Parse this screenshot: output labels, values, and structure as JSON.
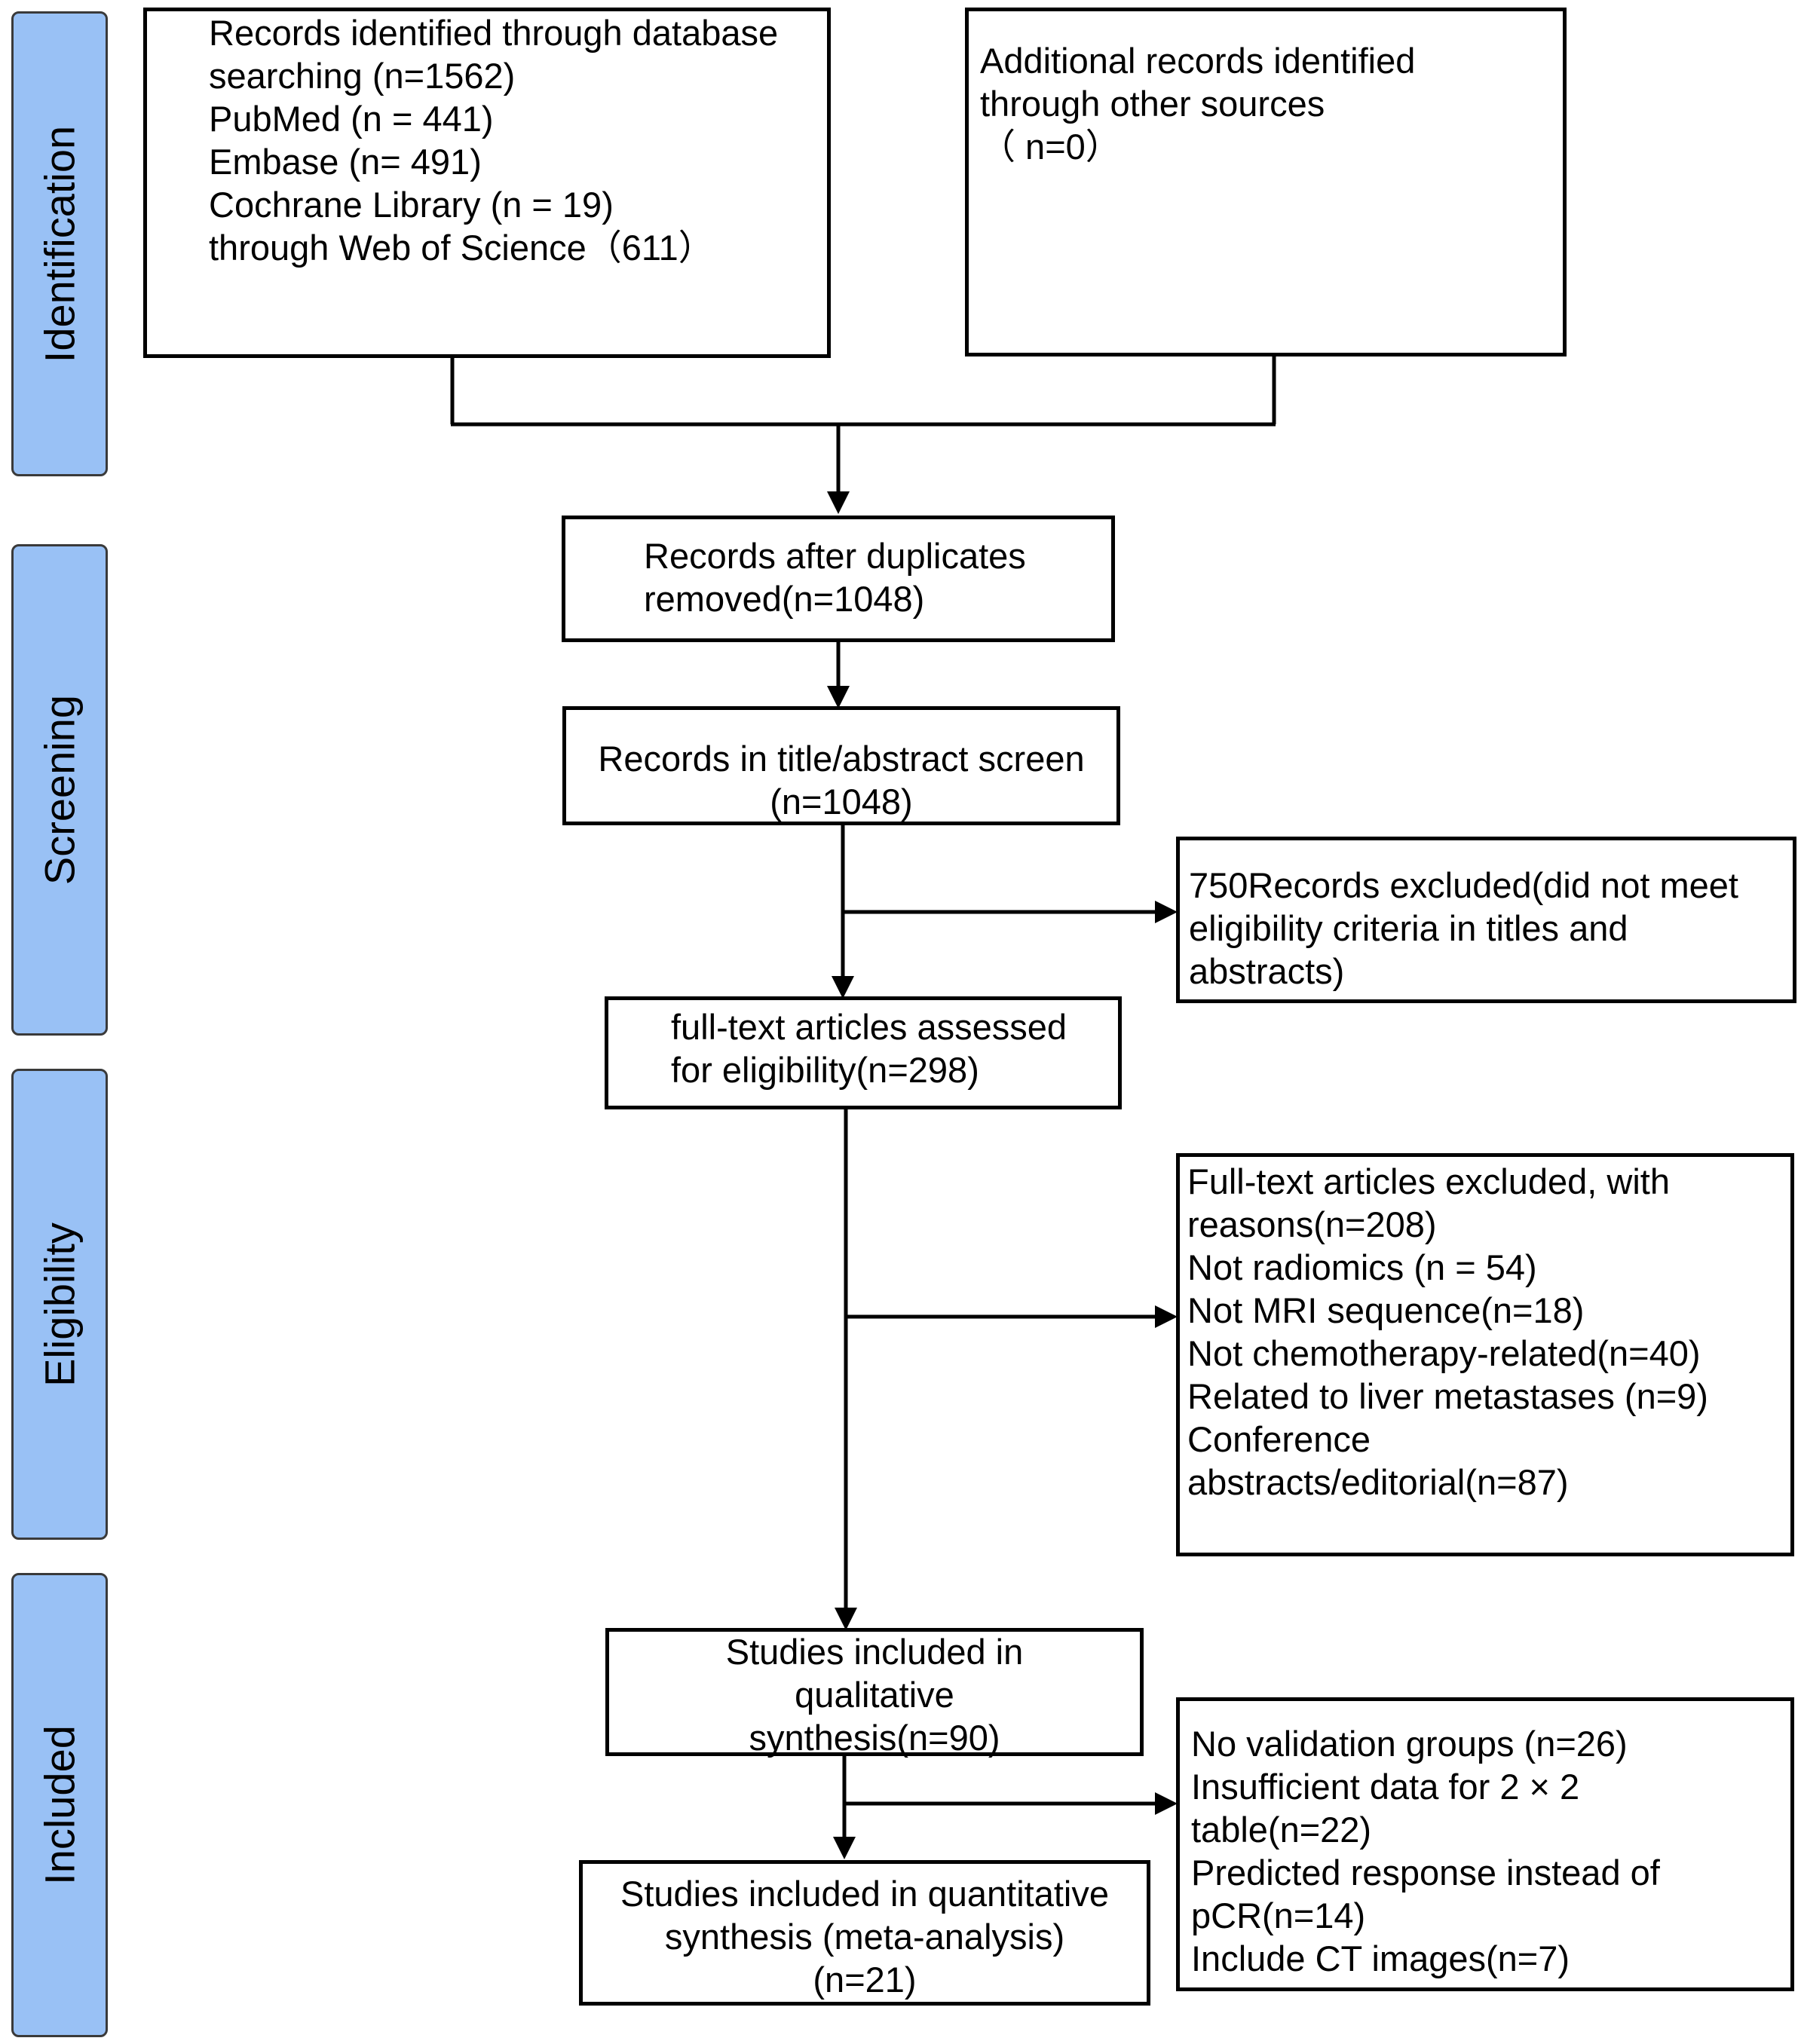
{
  "phases": {
    "identification": "Identification",
    "screening": "Screening",
    "eligibility": "Eligibility",
    "included": "Included"
  },
  "boxes": {
    "database_search": [
      "Records identified through database",
      "searching (n=1562)",
      "PubMed (n = 441)",
      "Embase (n= 491)",
      "Cochrane Library (n = 19)",
      "through Web of Science（611）"
    ],
    "other_sources": [
      "Additional records identified",
      "through other sources",
      "（ n=0）"
    ],
    "after_duplicates": [
      "Records after duplicates",
      "removed(n=1048)"
    ],
    "title_abstract_screen": [
      "Records in title/abstract screen",
      "(n=1048)"
    ],
    "excluded_abstracts": [
      "750Records excluded(did not meet",
      "eligibility criteria in titles and",
      "abstracts)"
    ],
    "full_text_assessed": [
      "full-text articles assessed",
      "for eligibility(n=298)"
    ],
    "full_text_excluded": [
      "Full-text articles excluded, with",
      "reasons(n=208)",
      "Not radiomics (n = 54)",
      "Not MRI sequence(n=18)",
      "Not chemotherapy-related(n=40)",
      "Related to liver metastases (n=9)",
      "Conference",
      "abstracts/editorial(n=87)"
    ],
    "qualitative_synthesis": [
      "Studies included in",
      "qualitative",
      "synthesis(n=90)"
    ],
    "quantitative_excluded": [
      "No validation groups (n=26)",
      "Insufficient data for 2 × 2",
      "table(n=22)",
      "Predicted response instead of",
      "pCR(n=14)",
      "Include CT images(n=7)"
    ],
    "quantitative_synthesis": [
      "Studies included in quantitative",
      "synthesis (meta-analysis)",
      "(n=21)"
    ]
  },
  "colors": {
    "phase_fill": "#99c1f5",
    "phase_border": "#3a3a3a",
    "box_border": "#000000",
    "connector": "#000000"
  }
}
